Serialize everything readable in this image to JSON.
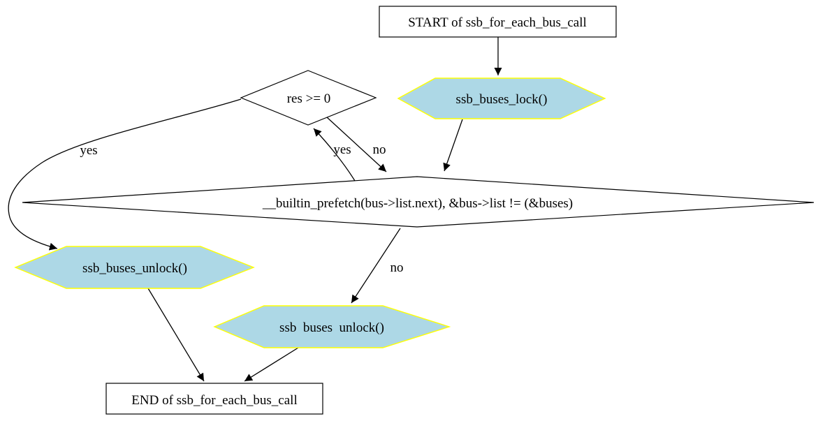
{
  "diagram": {
    "type": "flowchart",
    "function": "ssb_for_each_bus_call",
    "background": "#ffffff",
    "colors": {
      "node_fill": "#add8e6",
      "node_border": "#ffff00",
      "box_fill": "#ffffff",
      "box_border": "#000000",
      "edge": "#000000",
      "text": "#000000"
    },
    "nodes": {
      "start": {
        "label": "START of ssb_for_each_bus_call",
        "shape": "box"
      },
      "lock": {
        "label": "ssb_buses_lock()",
        "shape": "hexagon"
      },
      "cond_res": {
        "label": "res >= 0",
        "shape": "diamond"
      },
      "cond_loop": {
        "label": "__builtin_prefetch(bus->list.next), &bus->list != (&buses)",
        "shape": "diamond"
      },
      "unlock_left": {
        "label": "ssb_buses_unlock()",
        "shape": "hexagon"
      },
      "unlock_mid": {
        "label": "ssb  buses  unlock()",
        "shape": "hexagon"
      },
      "end": {
        "label": "END of ssb_for_each_bus_call",
        "shape": "box"
      }
    },
    "edges": [
      {
        "from": "start",
        "to": "lock",
        "label": ""
      },
      {
        "from": "lock",
        "to": "cond_loop",
        "label": ""
      },
      {
        "from": "cond_res",
        "to": "cond_loop",
        "label": "no"
      },
      {
        "from": "cond_loop",
        "to": "cond_res",
        "label": "yes"
      },
      {
        "from": "cond_res",
        "to": "unlock_left",
        "label": "yes"
      },
      {
        "from": "cond_loop",
        "to": "unlock_mid",
        "label": "no"
      },
      {
        "from": "unlock_left",
        "to": "end",
        "label": ""
      },
      {
        "from": "unlock_mid",
        "to": "end",
        "label": ""
      }
    ]
  }
}
